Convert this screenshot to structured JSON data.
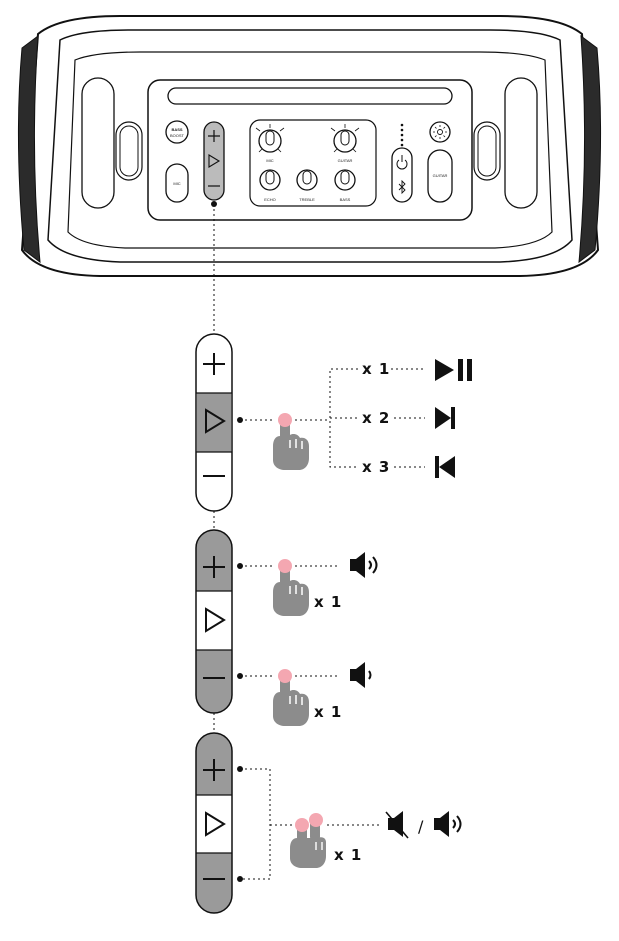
{
  "speaker": {
    "bass_boost_top": "BASS",
    "bass_boost_bottom": "BOOST",
    "mic_button": "MIC",
    "knob_mic": "MIC",
    "knob_guitar": "GUITAR",
    "knob_echo": "ECHO",
    "knob_treble": "TREBLE",
    "knob_bass": "BASS",
    "guitar_button": "GUITAR"
  },
  "playback": {
    "press_1": "x 1",
    "press_2": "x 2",
    "press_3": "x 3",
    "icon_1": "play-pause-icon",
    "icon_2": "next-track-icon",
    "icon_3": "previous-track-icon"
  },
  "volume": {
    "up_count": "x 1",
    "down_count": "x 1",
    "up_icon": "volume-up-icon",
    "down_icon": "volume-down-icon"
  },
  "mute": {
    "count": "x 1",
    "mute_icon": "mute-icon",
    "unmute_icon": "unmute-icon",
    "separator": "/"
  },
  "colors": {
    "active_segment": "#9a9a9a",
    "touch_point": "#f4a7b1",
    "hand": "#8c8c8c",
    "outline": "#111111"
  }
}
